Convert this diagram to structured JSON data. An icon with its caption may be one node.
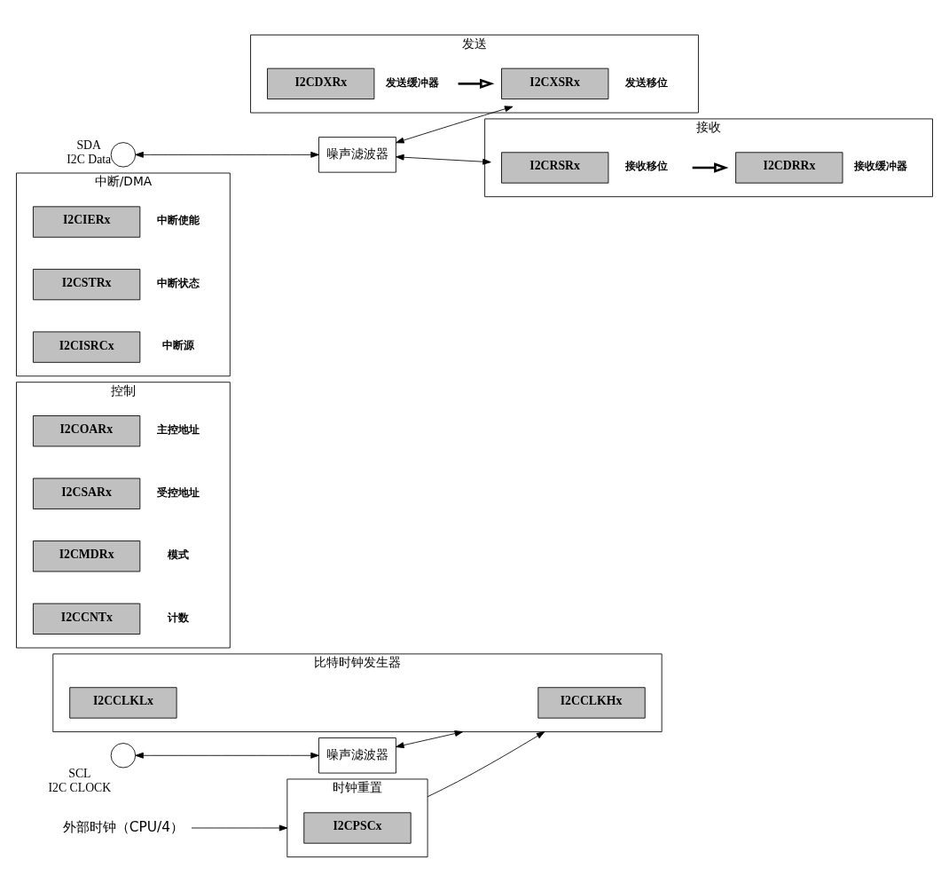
{
  "diagram": {
    "nodes": [
      {
        "text": [
          "时钟重置"
        ]
      },
      {
        "text": [
          "I2CPSCx"
        ],
        "in": 0
      },
      {
        "text": [
          "外部时钟（CPU/4）"
        ]
      },
      {
        "text": [
          "比特时钟发生器"
        ]
      },
      {
        "text": [
          "I2CCLKHx"
        ],
        "in": 3
      },
      {
        "text": [
          "I2CCLKLx"
        ],
        "in": 3
      },
      {
        "text": [
          "控制"
        ]
      },
      {
        "text": [
          "I2COARx"
        ],
        "in": 6,
        "beside": [
          "主控地址"
        ]
      },
      {
        "text": [
          "I2CSARx"
        ],
        "in": 6,
        "beside": [
          "受控地址"
        ]
      },
      {
        "text": [
          "I2CMDRx"
        ],
        "in": 6,
        "beside": [
          "模式"
        ]
      },
      {
        "text": [
          "I2CCNTx"
        ],
        "in": 6,
        "beside": [
          "计数"
        ]
      },
      {
        "text": [],
        "shape": "circle",
        "beside": [
          "SCL",
          "I2C CLOCK"
        ]
      },
      {
        "text": [
          "噪声滤波器"
        ]
      },
      {
        "text": [
          "中断/DMA"
        ]
      },
      {
        "text": [
          "I2CIERx"
        ],
        "in": 13,
        "beside": [
          "中断使能"
        ]
      },
      {
        "text": [
          "I2CSTRx"
        ],
        "in": 13,
        "beside": [
          "中断状态"
        ]
      },
      {
        "text": [
          "I2CISRCx"
        ],
        "in": 13,
        "beside": [
          "中断源"
        ]
      },
      {
        "text": [
          "发送"
        ]
      },
      {
        "text": [
          "I2CXSRx"
        ],
        "in": 17,
        "beside": [
          "发送移位"
        ]
      },
      {
        "text": [
          "I2CDXRx"
        ],
        "in": 17,
        "beside": [
          "发送缓冲器"
        ]
      },
      {
        "text": [],
        "shape": "circle",
        "beside": [
          "SDA",
          "I2C Data"
        ]
      },
      {
        "text": [
          "噪声滤波器"
        ]
      },
      {
        "text": [
          "接收"
        ]
      },
      {
        "text": [
          "I2CDRRx"
        ],
        "in": 22,
        "beside": [
          "接收缓冲器"
        ]
      },
      {
        "text": [
          "I2CRSRx"
        ],
        "in": 22,
        "beside": [
          "接收移位"
        ]
      }
    ],
    "edges": [
      {
        "from": 2,
        "to": 0,
        "arrow": "to"
      },
      {
        "from": 0,
        "to": 3,
        "arrow": "to"
      },
      {
        "from": 11,
        "to": 12,
        "arrow": "both"
      },
      {
        "from": 12,
        "to": 3,
        "arrow": "both"
      },
      {
        "from": 20,
        "to": 21,
        "arrow": "both"
      },
      {
        "from": 21,
        "to": 18,
        "arrow": "both"
      },
      {
        "from": 21,
        "to": 24,
        "arrow": "both"
      },
      {
        "from": 19,
        "to": 18,
        "arrow": "to",
        "style": "thick"
      },
      {
        "from": 24,
        "to": 23,
        "arrow": "to",
        "style": "thick"
      }
    ]
  }
}
